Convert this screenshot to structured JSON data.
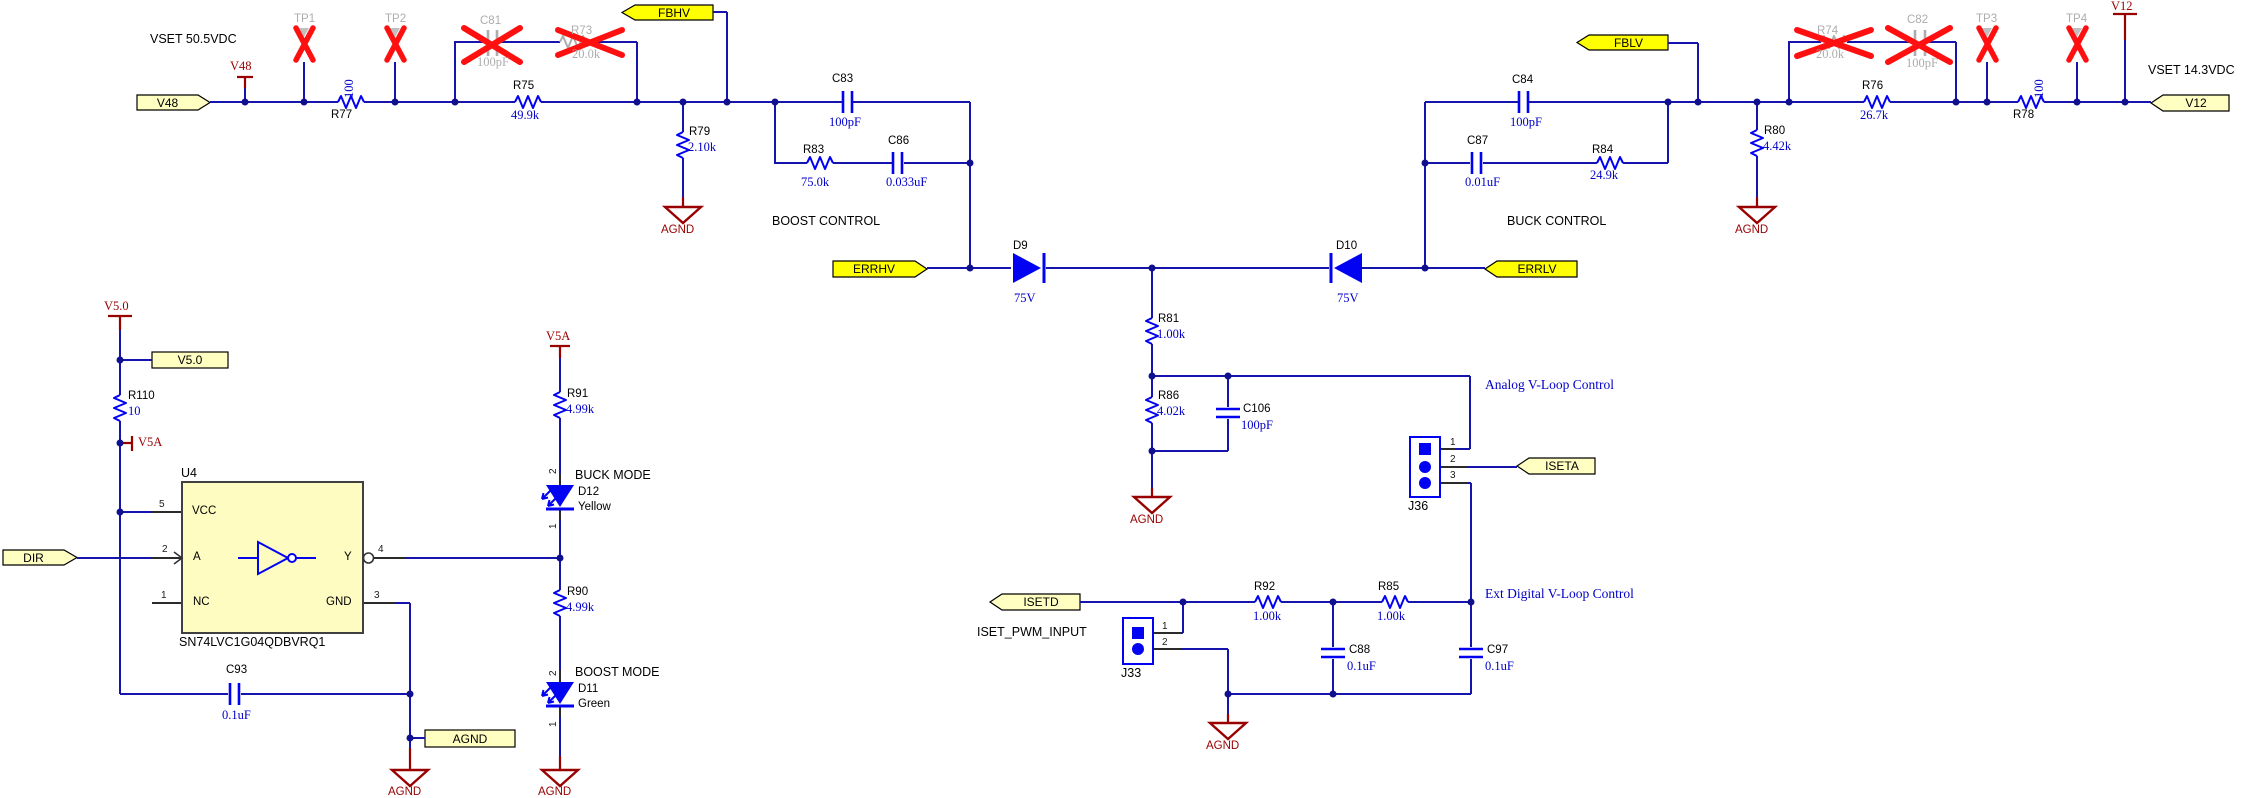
{
  "colors": {
    "wire": "#1515AD",
    "component": "#0202F2",
    "value_text": "#0000C8",
    "net_flag": "#990000",
    "ground": "#990000",
    "dnp_gray": "#ADADAD",
    "dnp_cross": "#FF1010",
    "tag_pale": "#FFFFC2",
    "tag_bright": "#FFFF00",
    "ic_fill": "#FFFCC2"
  },
  "annotations": {
    "vset_hv": "VSET 50.5VDC",
    "vset_lv": "VSET 14.3VDC",
    "boost": "BOOST CONTROL",
    "buck": "BUCK CONTROL",
    "analog_loop": "Analog V-Loop Control",
    "ext_loop": "Ext Digital V-Loop Control",
    "iset_pwm": "ISET_PWM_INPUT",
    "gnd": "AGND"
  },
  "power_flags": {
    "v48": "V48",
    "v5_0": "V5.0",
    "v5a_left": "V5A",
    "v5a_led": "V5A",
    "v12": "V12"
  },
  "net_tags": {
    "v48": "V48",
    "v12": "V12",
    "v5_0": "V5.0",
    "dir": "DIR",
    "agnd": "AGND",
    "fbhv": "FBHV",
    "fblv": "FBLV",
    "errhv": "ERRHV",
    "errlv": "ERRLV",
    "iseta": "ISETA",
    "isetd": "ISETD"
  },
  "resistors": {
    "r77": {
      "ref": "R77",
      "value": "100"
    },
    "r75": {
      "ref": "R75",
      "value": "49.9k"
    },
    "r73": {
      "ref": "R73",
      "value": "20.0k"
    },
    "r79": {
      "ref": "R79",
      "value": "2.10k"
    },
    "r83": {
      "ref": "R83",
      "value": "75.0k"
    },
    "r74": {
      "ref": "R74",
      "value": "20.0k"
    },
    "r76": {
      "ref": "R76",
      "value": "26.7k"
    },
    "r78": {
      "ref": "R78",
      "value": "100"
    },
    "r84": {
      "ref": "R84",
      "value": "24.9k"
    },
    "r80": {
      "ref": "R80",
      "value": "4.42k"
    },
    "r81": {
      "ref": "R81",
      "value": "1.00k"
    },
    "r86": {
      "ref": "R86",
      "value": "4.02k"
    },
    "r92": {
      "ref": "R92",
      "value": "1.00k"
    },
    "r85": {
      "ref": "R85",
      "value": "1.00k"
    },
    "r110": {
      "ref": "R110",
      "value": "10"
    },
    "r91": {
      "ref": "R91",
      "value": "4.99k"
    },
    "r90": {
      "ref": "R90",
      "value": "4.99k"
    }
  },
  "capacitors": {
    "c81": {
      "ref": "C81",
      "value": "100pF"
    },
    "c83": {
      "ref": "C83",
      "value": "100pF"
    },
    "c86": {
      "ref": "C86",
      "value": "0.033uF"
    },
    "c84": {
      "ref": "C84",
      "value": "100pF"
    },
    "c87": {
      "ref": "C87",
      "value": "0.01uF"
    },
    "c82": {
      "ref": "C82",
      "value": "100pF"
    },
    "c106": {
      "ref": "C106",
      "value": "100pF"
    },
    "c88": {
      "ref": "C88",
      "value": "0.1uF"
    },
    "c97": {
      "ref": "C97",
      "value": "0.1uF"
    },
    "c93": {
      "ref": "C93",
      "value": "0.1uF"
    }
  },
  "diodes": {
    "d9": {
      "ref": "D9",
      "value": "75V"
    },
    "d10": {
      "ref": "D10",
      "value": "75V"
    }
  },
  "leds": {
    "d12": {
      "ref": "D12",
      "color": "Yellow",
      "mode": "BUCK MODE",
      "pin_top": "2",
      "pin_bot": "1"
    },
    "d11": {
      "ref": "D11",
      "color": "Green",
      "mode": "BOOST MODE",
      "pin_top": "2",
      "pin_bot": "1"
    }
  },
  "testpoints": {
    "tp1": "TP1",
    "tp2": "TP2",
    "tp3": "TP3",
    "tp4": "TP4"
  },
  "connectors": {
    "j36": {
      "ref": "J36",
      "pins": [
        "1",
        "2",
        "3"
      ]
    },
    "j33": {
      "ref": "J33",
      "pins": [
        "1",
        "2"
      ]
    }
  },
  "ic": {
    "ref": "U4",
    "part": "SN74LVC1G04QDBVRQ1",
    "pin_names": {
      "vcc": "VCC",
      "a": "A",
      "nc": "NC",
      "y": "Y",
      "gnd": "GND"
    },
    "pin_numbers": {
      "vcc": "5",
      "a": "2",
      "nc": "1",
      "y": "4",
      "gnd": "3"
    }
  }
}
